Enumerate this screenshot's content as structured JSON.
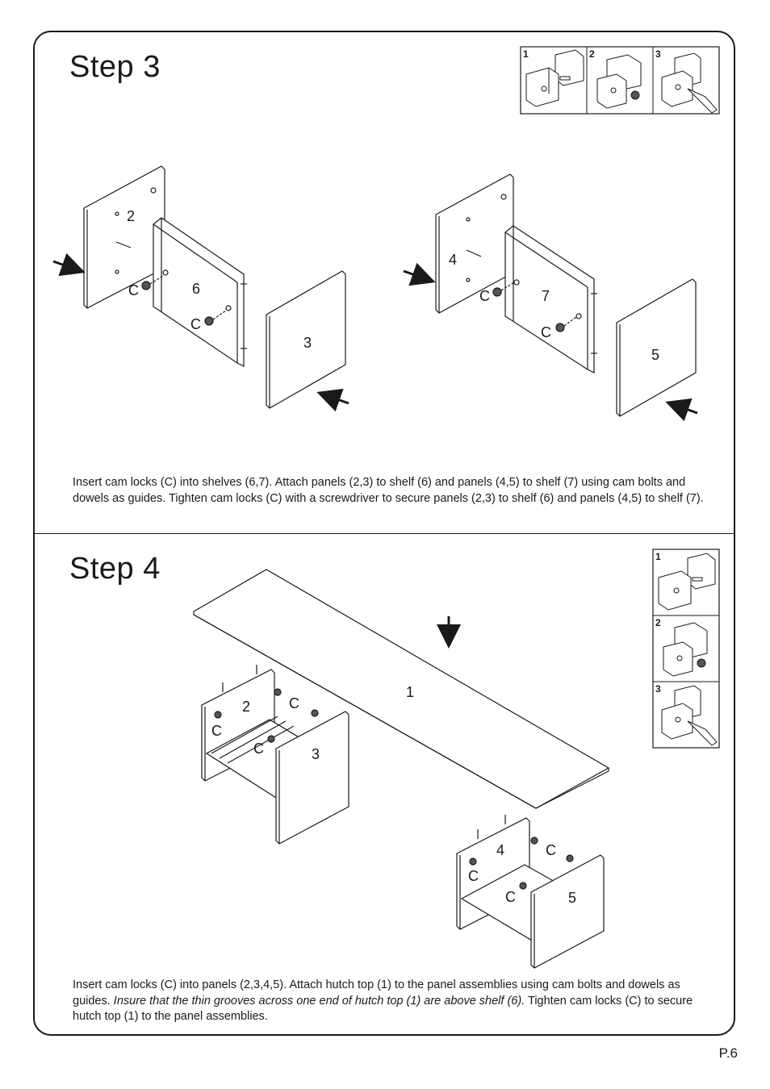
{
  "step3": {
    "title": "Step 3",
    "detail_numbers": [
      "1",
      "2",
      "3"
    ],
    "labels": {
      "panel_2": "2",
      "shelf_6": "6",
      "panel_3": "3",
      "panel_4": "4",
      "shelf_7": "7",
      "panel_5": "5",
      "cam": "C"
    },
    "instruction": "Insert cam locks (C) into shelves (6,7). Attach panels (2,3) to shelf (6) and panels (4,5) to shelf (7) using cam bolts and dowels as guides. Tighten cam locks (C) with a screwdriver to secure panels (2,3) to shelf (6) and panels (4,5) to shelf (7)."
  },
  "step4": {
    "title": "Step 4",
    "detail_numbers": [
      "1",
      "2",
      "3"
    ],
    "labels": {
      "top_1": "1",
      "panel_2": "2",
      "panel_3": "3",
      "panel_4": "4",
      "panel_5": "5",
      "cam": "C"
    },
    "instruction_a": "Insert cam locks (C) into panels (2,3,4,5). Attach hutch top (1) to the panel assemblies using cam bolts and dowels as guides.",
    "instruction_b": "Insure that the thin grooves across one end of hutch top (1) are above shelf (6).",
    "instruction_c": "Tighten cam locks (C) to secure hutch top (1) to the panel assemblies."
  },
  "page_number": "P.6"
}
